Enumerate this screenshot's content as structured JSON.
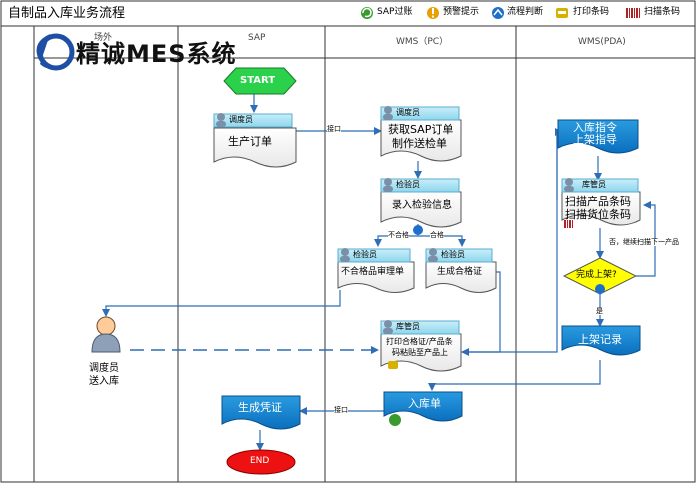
{
  "title": "自制品入库业务流程",
  "legend": [
    {
      "label": "SAP过账",
      "icon": "sap-post-icon",
      "color": "#3a9a2e"
    },
    {
      "label": "预警提示",
      "icon": "warning-icon",
      "color": "#e6a100"
    },
    {
      "label": "流程判断",
      "icon": "decision-icon",
      "color": "#1e6fc9"
    },
    {
      "label": "打印条码",
      "icon": "printer-icon",
      "color": "#d8b000"
    },
    {
      "label": "扫描条码",
      "icon": "barcode-scan-icon",
      "color": "#b22222"
    }
  ],
  "lanes": {
    "outside": "场外",
    "sap": "SAP",
    "wms_pc": "WMS（PC）",
    "wms_pda": "WMS(PDA)"
  },
  "watermark": "精诚MES系统",
  "nodes": {
    "start": "START",
    "end": "END",
    "prod_order_role": "调度员",
    "prod_order": "生产订单",
    "sap_order_role": "调度员",
    "sap_order_line1": "获取SAP订单",
    "sap_order_line2": "制作送检单",
    "inspect_role": "检验员",
    "inspect": "录入检验信息",
    "reject_role": "检验员",
    "reject": "不合格品审理单",
    "pass_role": "检验员",
    "pass": "生成合格证",
    "print_role": "库管员",
    "print_line1": "打印合格证/产品条",
    "print_line2": "码粘贴至产品上",
    "instr_line1": "入库指令",
    "instr_line2": "上架指导",
    "scan_role": "库管员",
    "scan_line1": "扫描产品条码",
    "scan_line2": "扫描货位条码",
    "decision": "完成上架?",
    "shelf_record": "上架记录",
    "inbound": "入库单",
    "voucher": "生成凭证",
    "person_line1": "调度员",
    "person_line2": "送入库"
  },
  "edge_labels": {
    "interface1": "接口",
    "interface2": "接口",
    "fail": "不合格",
    "pass": "合格",
    "no_next": "否，继续扫描下一产品",
    "yes": "是"
  }
}
